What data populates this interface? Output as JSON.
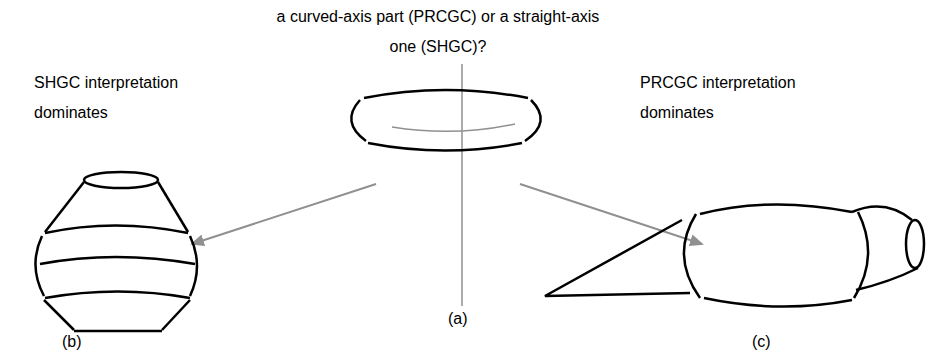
{
  "diagram": {
    "labels": [
      "a curved-axis part (PRCGC) or a straight-axis one (SHGC)?",
      "SHGC interpretation dominates",
      "PRCGC interpretation dominates",
      "(a)",
      "(b)",
      "(c)"
    ]
  }
}
